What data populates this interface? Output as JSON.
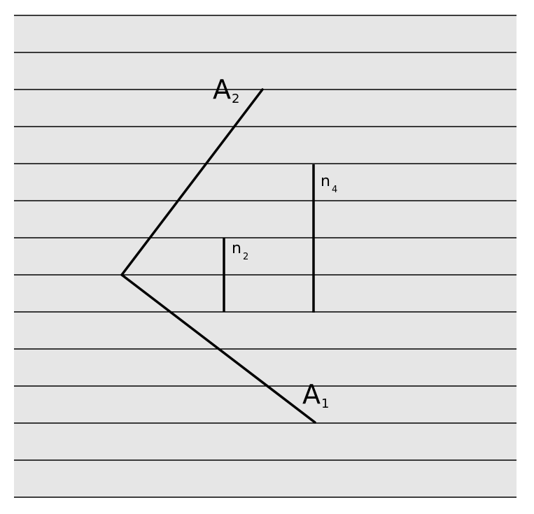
{
  "colors": {
    "background": "#e6e6e6",
    "page": "#ffffff",
    "line": "#000000"
  },
  "labels": {
    "a2_main": "A",
    "a2_sub": "2",
    "a1_main": "A",
    "a1_sub": "1",
    "n4_main": "n",
    "n4_sub": "4",
    "n2_main": "n",
    "n2_sub": "2"
  }
}
